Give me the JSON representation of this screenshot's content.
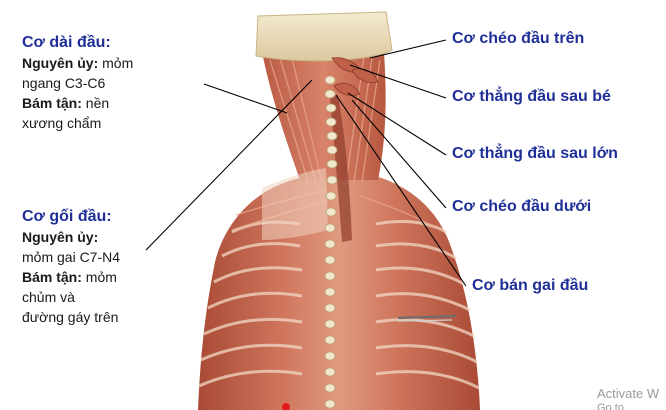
{
  "left_labels": {
    "longus_capitis": {
      "title": "Cơ dài đầu:",
      "origin_key": "Nguyên ủy:",
      "origin_l1": "mỏm",
      "origin_l2": "ngang C3-C6",
      "insertion_key": "Bám tận:",
      "insertion_l1": "nền",
      "insertion_l2": "xương chẩm"
    },
    "splenius_capitis": {
      "title": "Cơ gối đầu:",
      "origin_key": "Nguyên ủy:",
      "origin_l1": "mỏm gai C7-N4",
      "insertion_key": "Bám tận:",
      "insertion_l1": "mỏm",
      "insertion_l2": "chủm và",
      "insertion_l3": "đường gáy trên"
    }
  },
  "right_labels": [
    "Cơ chéo đầu trên",
    "Cơ thẳng đầu sau bé",
    "Cơ thẳng đầu sau lớn",
    "Cơ chéo đầu dưới",
    "Cơ bán gai đầu"
  ],
  "watermark": {
    "line1": "Activate W",
    "line2": "Go to Settings"
  },
  "colors": {
    "title_blue": "#1f2f97",
    "muscle": "#c8664d",
    "bone": "#efe4c6",
    "leader": "#000000"
  }
}
